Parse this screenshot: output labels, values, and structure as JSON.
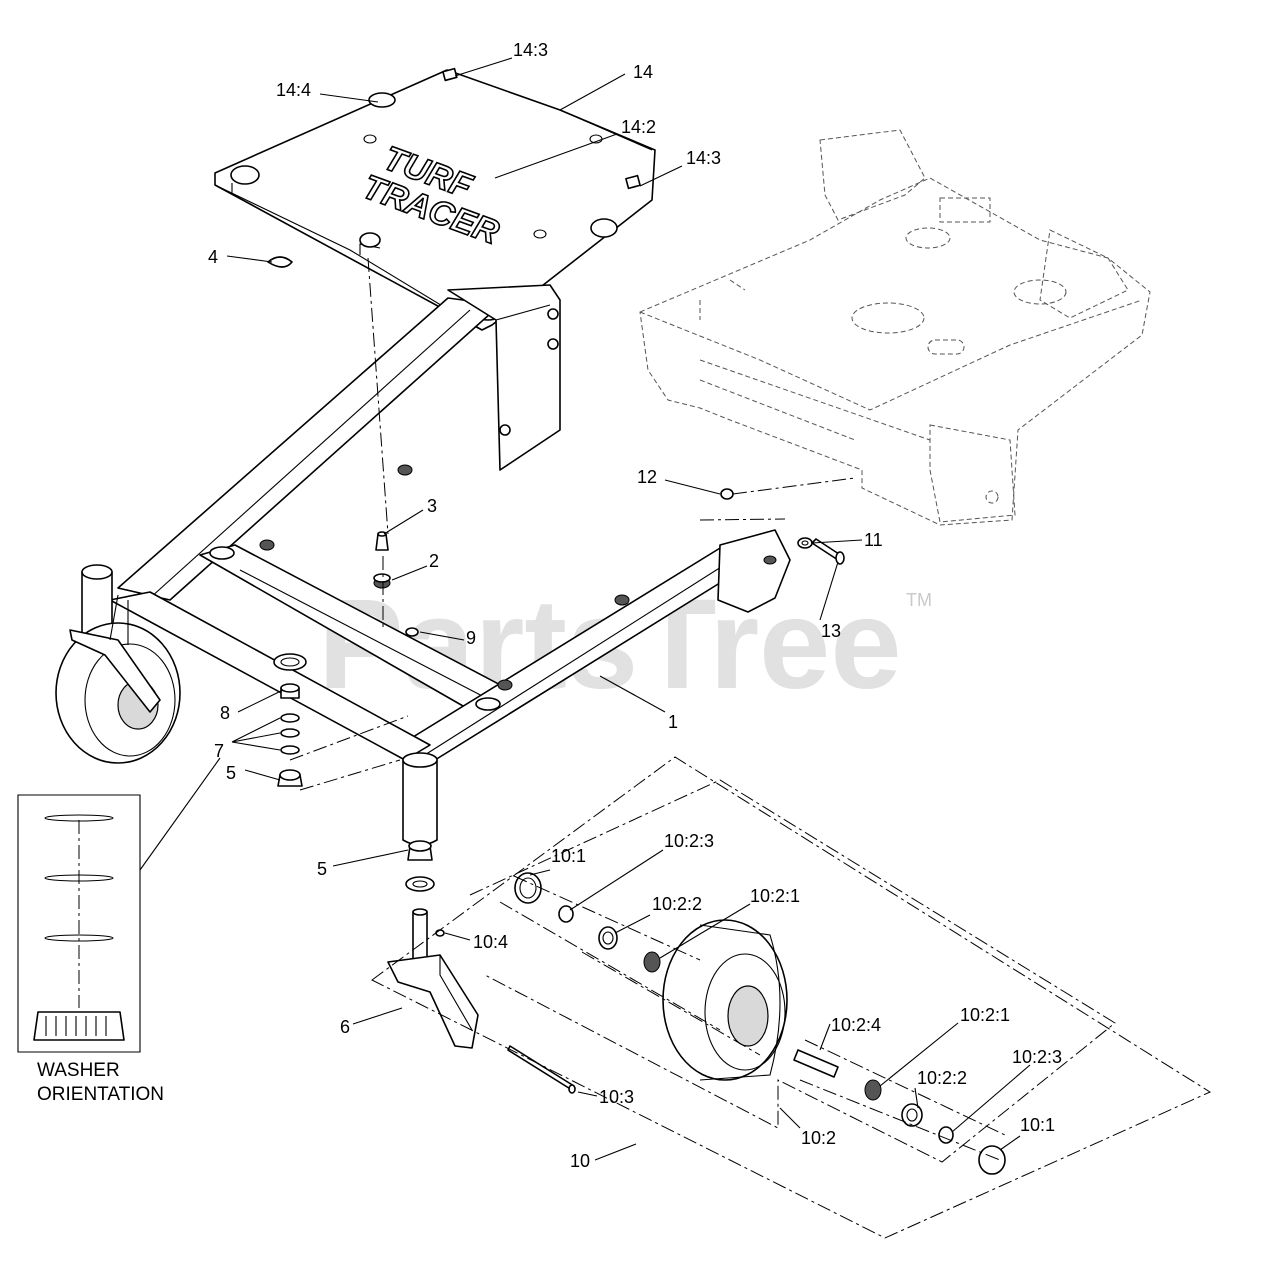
{
  "watermark": {
    "text": "PartsTree",
    "trademark": "TM"
  },
  "logo": {
    "line1": "TURF",
    "line2": "TRACER"
  },
  "callouts": [
    {
      "id": "c-14-3a",
      "text": "14:3"
    },
    {
      "id": "c-14",
      "text": "14"
    },
    {
      "id": "c-14-4",
      "text": "14:4"
    },
    {
      "id": "c-14-2",
      "text": "14:2"
    },
    {
      "id": "c-14-3b",
      "text": "14:3"
    },
    {
      "id": "c-4",
      "text": "4"
    },
    {
      "id": "c-12",
      "text": "12"
    },
    {
      "id": "c-3",
      "text": "3"
    },
    {
      "id": "c-11",
      "text": "11"
    },
    {
      "id": "c-2",
      "text": "2"
    },
    {
      "id": "c-13",
      "text": "13"
    },
    {
      "id": "c-9",
      "text": "9"
    },
    {
      "id": "c-8",
      "text": "8"
    },
    {
      "id": "c-1",
      "text": "1"
    },
    {
      "id": "c-7",
      "text": "7"
    },
    {
      "id": "c-5a",
      "text": "5"
    },
    {
      "id": "c-5b",
      "text": "5"
    },
    {
      "id": "c-10-1a",
      "text": "10:1"
    },
    {
      "id": "c-10-2-3a",
      "text": "10:2:3"
    },
    {
      "id": "c-10-2-1a",
      "text": "10:2:1"
    },
    {
      "id": "c-10-2-2a",
      "text": "10:2:2"
    },
    {
      "id": "c-10-4",
      "text": "10:4"
    },
    {
      "id": "c-6",
      "text": "6"
    },
    {
      "id": "c-10-2-4",
      "text": "10:2:4"
    },
    {
      "id": "c-10-2-1b",
      "text": "10:2:1"
    },
    {
      "id": "c-10-2-3b",
      "text": "10:2:3"
    },
    {
      "id": "c-10-2-2b",
      "text": "10:2:2"
    },
    {
      "id": "c-10-1b",
      "text": "10:1"
    },
    {
      "id": "c-10-3",
      "text": "10:3"
    },
    {
      "id": "c-10-2",
      "text": "10:2"
    },
    {
      "id": "c-10",
      "text": "10"
    }
  ],
  "washer_caption": {
    "line1": "WASHER",
    "line2": "ORIENTATION"
  }
}
